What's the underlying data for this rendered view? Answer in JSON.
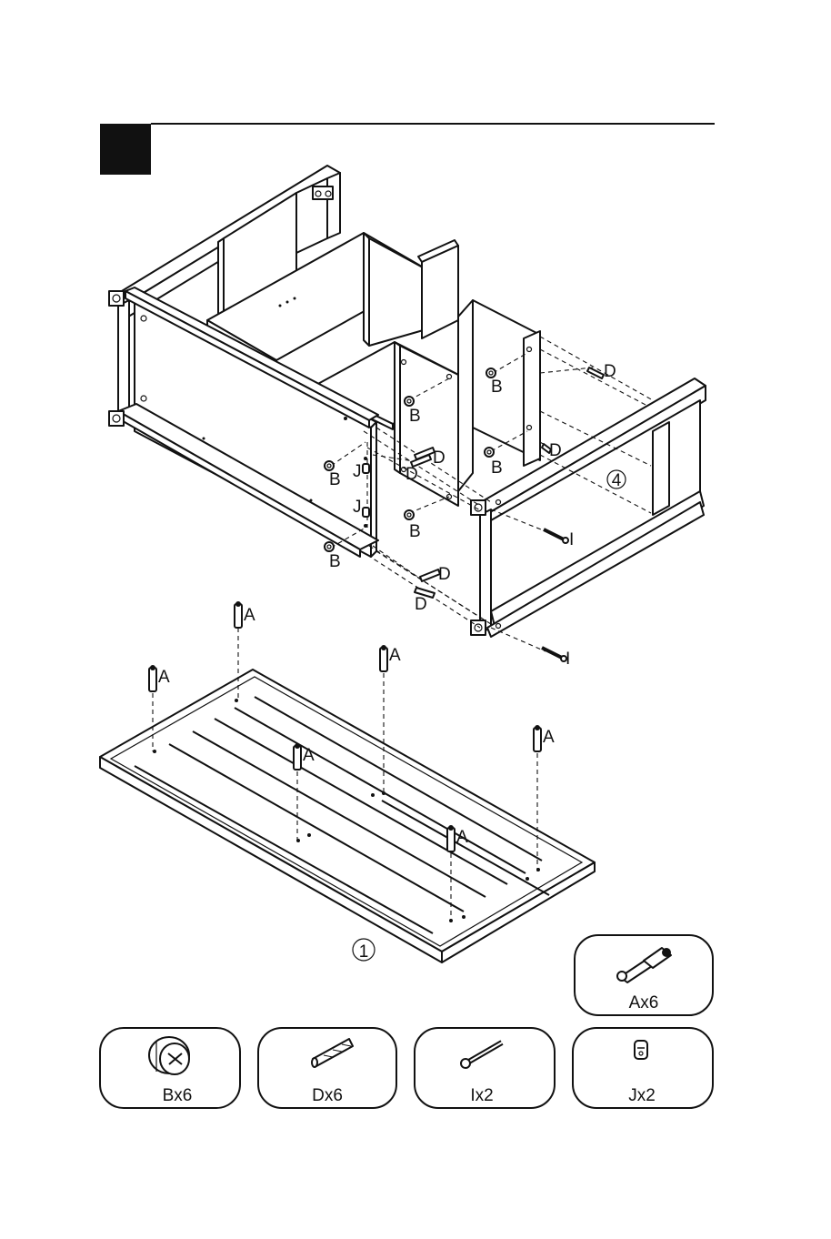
{
  "step": {
    "number": ""
  },
  "panels": {
    "side": "4",
    "bottom": "1"
  },
  "labels": {
    "A": "A",
    "B": "B",
    "D": "D",
    "I": "I",
    "J": "J"
  },
  "hardware": [
    {
      "id": "A",
      "label": "Ax6",
      "icon": "cam-dowel-icon"
    },
    {
      "id": "B",
      "label": "Bx6",
      "icon": "cam-lock-icon"
    },
    {
      "id": "D",
      "label": "Dx6",
      "icon": "wood-dowel-icon"
    },
    {
      "id": "I",
      "label": "Ix2",
      "icon": "bolt-icon"
    },
    {
      "id": "J",
      "label": "Jx2",
      "icon": "barrel-nut-icon"
    }
  ]
}
